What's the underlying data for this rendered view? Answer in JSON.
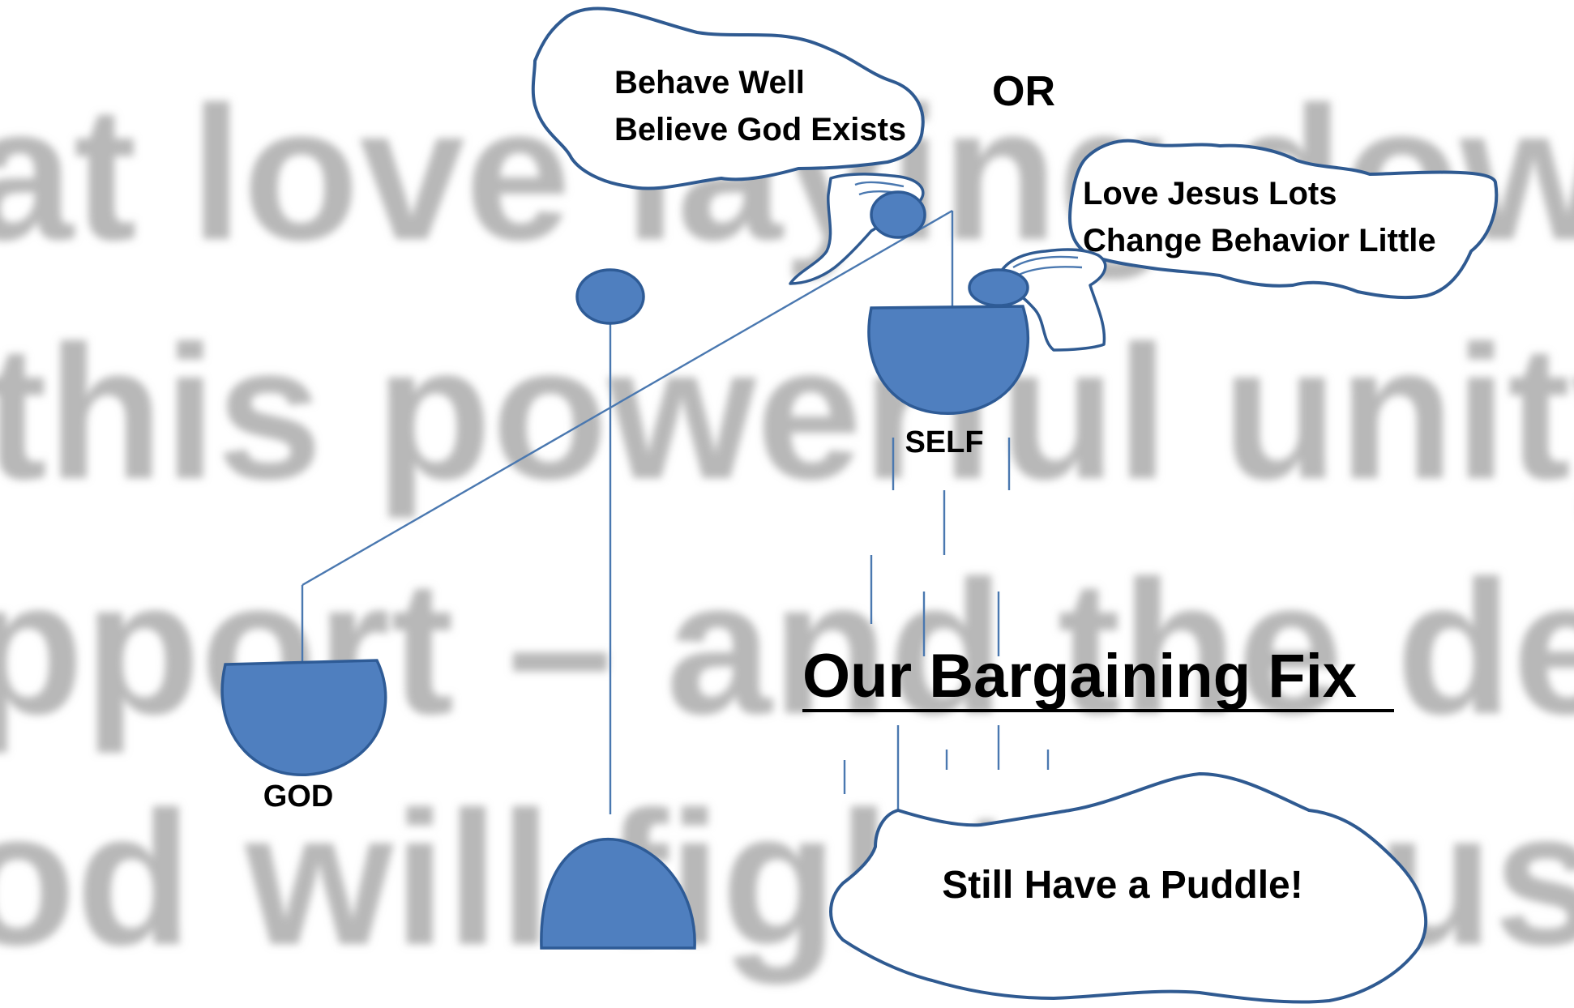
{
  "background_lines": [
    "at love laying down",
    "this powerful unity",
    "pport – and the dee",
    "od will fight for us"
  ],
  "bubbles": {
    "top_left": [
      "Behave Well",
      "Believe God Exists"
    ],
    "right": [
      "Love Jesus Lots",
      "Change Behavior Little"
    ],
    "puddle": "Still Have a Puddle!"
  },
  "labels": {
    "or": "OR",
    "self": "SELF",
    "god": "GOD",
    "title": "Our Bargaining Fix"
  },
  "colors": {
    "pan_fill": "#4f7fbf",
    "outline": "#2f5a91",
    "background_text": "#b8b8b8"
  }
}
